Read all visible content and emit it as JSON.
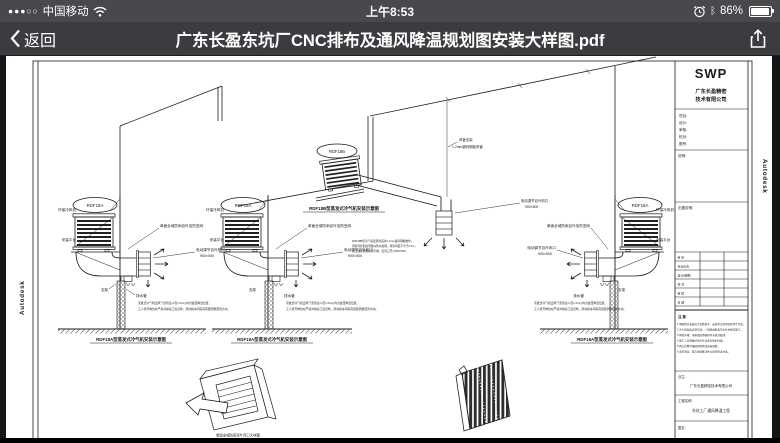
{
  "status_bar": {
    "signal": "●●●○○",
    "carrier": "中国移动",
    "time": "上午8:53",
    "battery_percent": "86%"
  },
  "nav_bar": {
    "back_label": "返回",
    "title": "广东长盈东坑厂CNC排布及通风降温规划图安装大样图.pdf"
  },
  "page": {
    "side_margin_text": "Autodesk",
    "captions": {
      "unit_a": "RDF18A型蒸发式冷气机安装示意图",
      "unit_b": "RDF18B型蒸发式冷气机安装示意图",
      "louver_detail": "单面全域防雨百叶风口大样图"
    },
    "labels": {
      "unit_name": "RDF18A",
      "roof_unit_name": "RDF18B",
      "cooler": "环保冷风机",
      "platform": "安装平台",
      "louver": "单面全域防雨百叶加防虫网",
      "damper1": "电动调节百叶风口",
      "damper2": "900×500",
      "bracket": "支架",
      "drain": "排水管",
      "duct_support": "风管支架",
      "duct": "1.2mm镀锌钢板风管",
      "note_line1": "蒸发式冷气机出风气流到达人员1.5m以内为最佳降温位置，",
      "note_line2": "工人离开岗位时严禁对焊接工位直吹，风向按车间实际需要调整配风方向。",
      "roof_note1": "RDF18B型冷气机送风管采用1.2mm镀锌钢板制作，",
      "roof_note2": "风管穿屋面处须做好防水处理，吊架间距不大于2.5m，",
      "roof_note3": "风口处安装电动调节阀，出风口尺寸900×500。"
    },
    "title_block": {
      "logo": "SWP",
      "company_line1": "广东长盈精密",
      "company_line2": "技术有限公司",
      "fields": [
        "项目:",
        "设计:",
        "审核:",
        "校对:",
        "图号:"
      ],
      "section1_label": "说明:",
      "section2_label": "出图说明:",
      "table_rows": [
        "审  定",
        "专业负责",
        "设计(制图)",
        "校  对",
        "审  核",
        "日  期"
      ],
      "notice_label": "注 意:",
      "notice_lines": [
        "1.本图所示安装尺寸仅供参考，安装时以现场实际尺寸为准。",
        "2.冷气机安装必须牢固，一切按国家及行业有关规范施工。",
        "3.风管穿墙、穿屋面处须做好防水密封处理。",
        "4.施工人员须做好高空作业安全防护措施。",
        "5.风口位置可根据现场情况适当调整。",
        "6.未尽事宜，双方协商解决并以现场签证为准。"
      ],
      "owner_label": "业主:",
      "owner": "广东长盈精密技术有限公司",
      "project_label": "工程名称:",
      "project": "东坑工厂通风降温工程",
      "drawing_name_label": "图名:"
    }
  }
}
